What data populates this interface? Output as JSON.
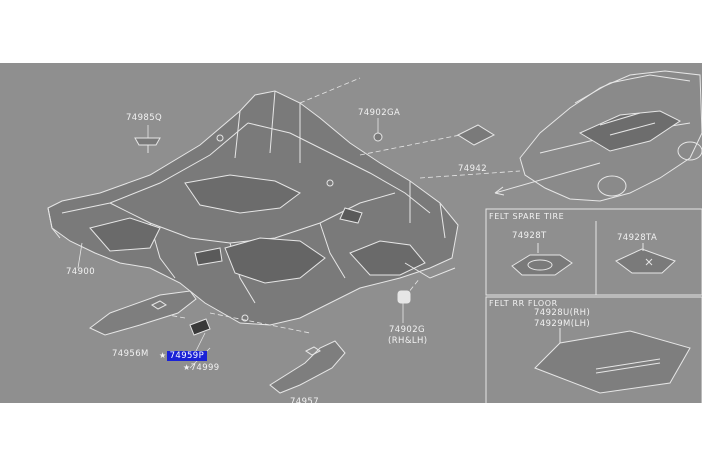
{
  "labels": {
    "p74985q": "74985Q",
    "p74902ga": "74902GA",
    "p74942": "74942",
    "p74900": "74900",
    "p74956m": "74956M",
    "p74959p": "74959P",
    "p74999": "74999",
    "p74902g": "74902G",
    "rh_lh": "(RH&LH)",
    "p74957": "74957",
    "felt_spare_tire": "FELT SPARE TIRE",
    "p74928t": "74928T",
    "p74928ta": "74928TA",
    "felt_rr_floor": "FELT RR FLOOR",
    "p74928u": "74928U(RH)",
    "p74929m": "74929M(LH)",
    "star": "★"
  },
  "colors": {
    "background": "#8f8f8f",
    "line": "#e6e6e6",
    "dark_fill": "#5a5a5a",
    "highlight": "#1a22d6"
  }
}
